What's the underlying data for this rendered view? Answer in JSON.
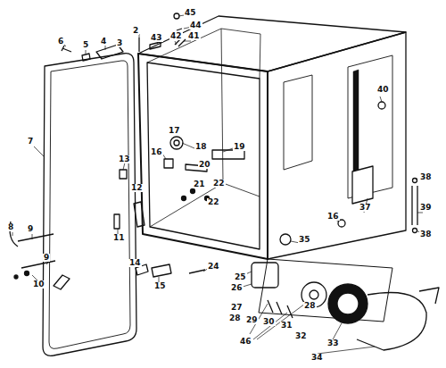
{
  "diagram": {
    "labels": [
      "45",
      "44",
      "2",
      "43",
      "42",
      "41",
      "6",
      "5",
      "4",
      "3",
      "40",
      "17",
      "7",
      "18",
      "19",
      "16",
      "13",
      "20",
      "38",
      "21",
      "22",
      "12",
      "22",
      "39",
      "37",
      "16",
      "8",
      "9",
      "38",
      "11",
      "35",
      "9",
      "14",
      "24",
      "25",
      "26",
      "10",
      "15",
      "27",
      "28",
      "29",
      "30",
      "31",
      "32",
      "28",
      "46",
      "33",
      "34"
    ]
  }
}
